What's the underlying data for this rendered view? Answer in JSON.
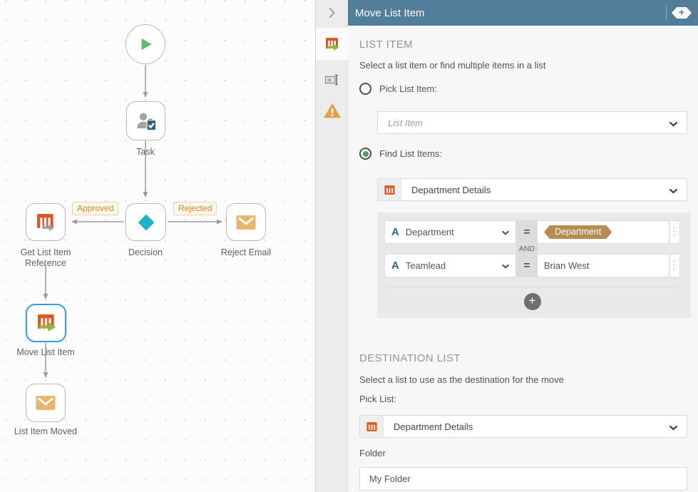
{
  "panel": {
    "title": "Move List Item",
    "icons": {
      "plus": "+",
      "equals": "=",
      "field_type_text": "A"
    },
    "tabs": [
      {
        "name": "move-list-item-settings",
        "selected": true
      },
      {
        "name": "rename",
        "selected": false
      },
      {
        "name": "warnings",
        "selected": false
      }
    ],
    "list_item": {
      "heading": "LIST ITEM",
      "description": "Select a list item or find multiple items in a list",
      "pick_label": "Pick List Item:",
      "pick_placeholder": "List Item",
      "find_label": "Find List Items:",
      "list_value": "Department Details",
      "conjunction": "AND",
      "conditions": [
        {
          "field": "Department",
          "operator": "=",
          "value": "Department",
          "value_type": "tag"
        },
        {
          "field": "Teamlead",
          "operator": "=",
          "value": "Brian West",
          "value_type": "text"
        }
      ]
    },
    "destination": {
      "heading": "DESTINATION LIST",
      "description": "Select a list to use as the destination for the move",
      "pick_label": "Pick List:",
      "list_value": "Department Details",
      "folder_label": "Folder",
      "folder_value": "My Folder"
    }
  },
  "canvas": {
    "nodes": [
      {
        "id": "start",
        "label": ""
      },
      {
        "id": "task",
        "label": "Task"
      },
      {
        "id": "decision",
        "label": "Decision"
      },
      {
        "id": "get-list-item-reference",
        "label": "Get List Item Reference"
      },
      {
        "id": "reject-email",
        "label": "Reject Email"
      },
      {
        "id": "move-list-item",
        "label": "Move List Item",
        "selected": true
      },
      {
        "id": "list-item-moved",
        "label": "List Item Moved"
      }
    ],
    "edge_labels": {
      "approved": "Approved",
      "rejected": "Rejected"
    }
  },
  "colors": {
    "header": "#527e99",
    "accent_orange": "#e0561f",
    "arrow_green": "#96b43e",
    "warning": "#e5a044",
    "tag_gold": "#b78b51",
    "radio_green": "#43a849",
    "decision_teal": "#1cb5c9",
    "play_green": "#58be68",
    "envelope_tan": "#e9b56d",
    "selection_blue": "#2e9cf0"
  }
}
